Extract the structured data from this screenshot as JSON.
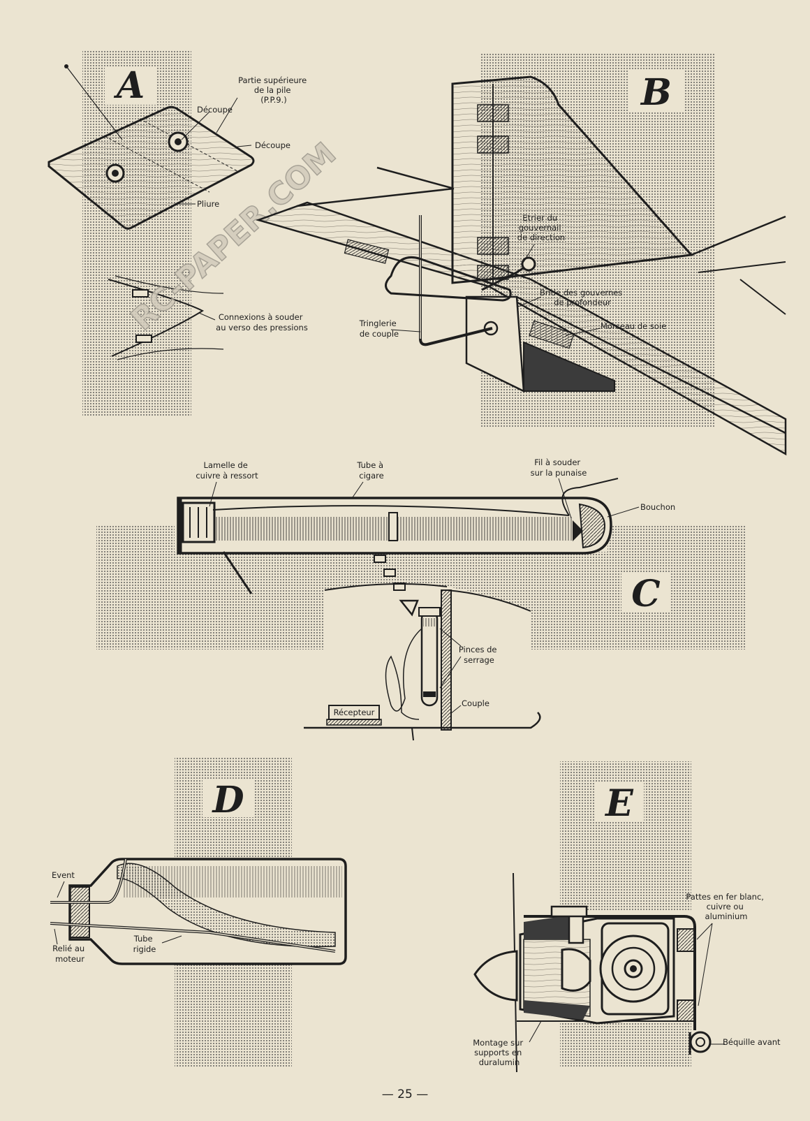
{
  "page_number": "— 25 —",
  "watermark": "RC-PAPER.COM",
  "figures": {
    "a": {
      "letter": "A",
      "labels": {
        "top_part": [
          "Partie supérieure",
          "de la pile",
          "(P.P.9.)"
        ],
        "cut_1": "Découpe",
        "cut_2": "Découpe",
        "fold": "Pliure",
        "connections": [
          "Connexions à souder",
          "au verso des pressions"
        ]
      }
    },
    "b": {
      "letter": "B",
      "labels": {
        "stirrup": [
          "Etrier du",
          "gouvernail",
          "de direction"
        ],
        "elevator_bridle": [
          "Bride des gouvernes",
          "de profondeur"
        ],
        "linkage": [
          "Tringlerie",
          "de couple"
        ],
        "silk": "Morceau de soie"
      }
    },
    "c": {
      "letter": "C",
      "labels": {
        "spring_blade": [
          "Lamelle de",
          "cuivre à ressort"
        ],
        "cigar_tube": [
          "Tube à",
          "cigare"
        ],
        "solder_wire": [
          "Fil à souder",
          "sur la punaise"
        ],
        "cork": "Bouchon",
        "clamps": [
          "Pinces de",
          "serrage"
        ],
        "frame": "Couple",
        "receiver": "Récepteur"
      }
    },
    "d": {
      "letter": "D",
      "labels": {
        "vent": "Event",
        "to_motor": [
          "Relié au",
          "moteur"
        ],
        "rigid_tube": [
          "Tube",
          "rigide"
        ]
      }
    },
    "e": {
      "letter": "E",
      "labels": {
        "tabs": [
          "Pattes en fer blanc,",
          "cuivre ou",
          "aluminium"
        ],
        "mounting": [
          "Montage sur",
          "supports en",
          "duralumin"
        ],
        "nose_skid": "Béquille avant"
      }
    }
  }
}
